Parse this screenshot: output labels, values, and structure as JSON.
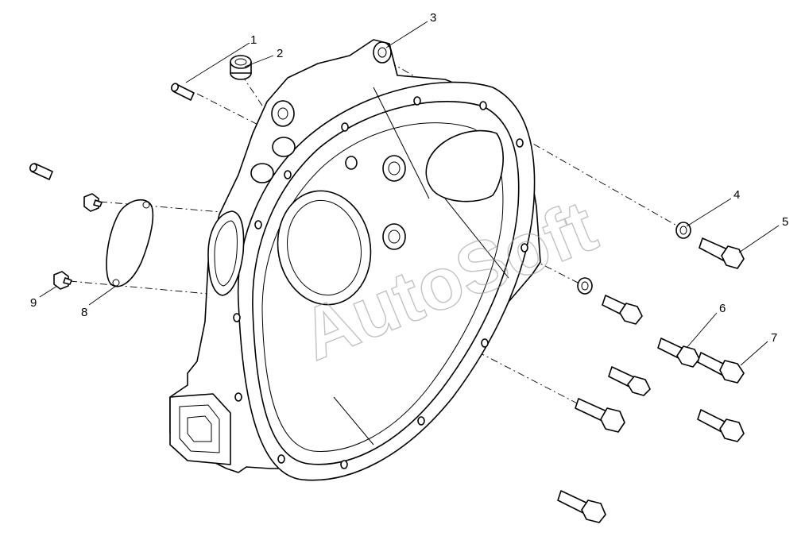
{
  "watermark": "AutoSoft",
  "callouts": [
    {
      "label": "1"
    },
    {
      "label": "2"
    },
    {
      "label": "3"
    },
    {
      "label": "4"
    },
    {
      "label": "5"
    },
    {
      "label": "6"
    },
    {
      "label": "7"
    },
    {
      "label": "8"
    },
    {
      "label": "9"
    }
  ]
}
